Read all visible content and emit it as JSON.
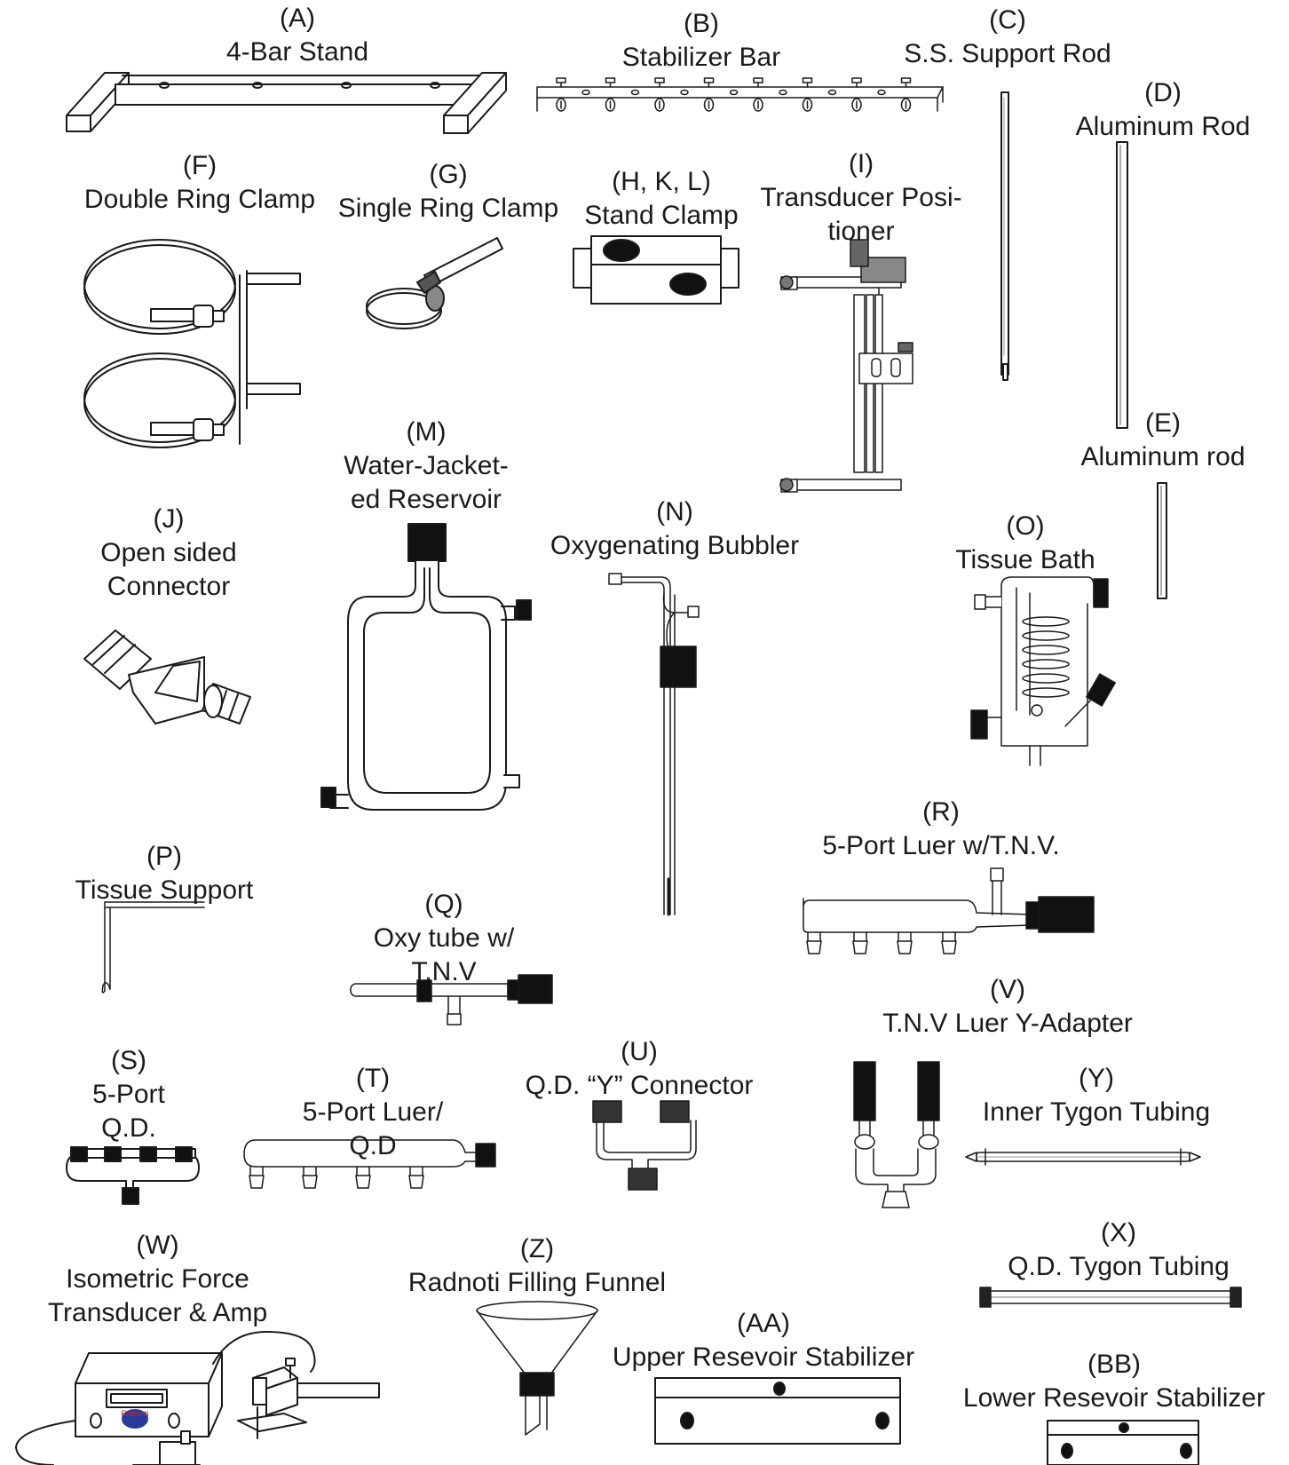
{
  "parts": [
    {
      "id": "A",
      "code": "(A)",
      "name": "4-Bar Stand"
    },
    {
      "id": "B",
      "code": "(B)",
      "name": "Stabilizer Bar"
    },
    {
      "id": "C",
      "code": "(C)",
      "name": "S.S. Support Rod"
    },
    {
      "id": "D",
      "code": "(D)",
      "name": "Aluminum Rod"
    },
    {
      "id": "E",
      "code": "(E)",
      "name": "Aluminum rod"
    },
    {
      "id": "F",
      "code": "(F)",
      "name": "Double Ring Clamp"
    },
    {
      "id": "G",
      "code": "(G)",
      "name": "Single Ring Clamp"
    },
    {
      "id": "HKL",
      "code": "(H, K, L)",
      "name": "Stand Clamp"
    },
    {
      "id": "I",
      "code": "(I)",
      "name": "Transducer Posi-",
      "name2": "tioner"
    },
    {
      "id": "J",
      "code": "(J)",
      "name": "Open sided",
      "name2": "Connector"
    },
    {
      "id": "M",
      "code": "(M)",
      "name": "Water-Jacket-",
      "name2": "ed Reservoir"
    },
    {
      "id": "N",
      "code": "(N)",
      "name": "Oxygenating Bubbler"
    },
    {
      "id": "O",
      "code": "(O)",
      "name": "Tissue Bath"
    },
    {
      "id": "P",
      "code": "(P)",
      "name": "Tissue Support"
    },
    {
      "id": "Q",
      "code": "(Q)",
      "name": "Oxy tube w/",
      "name2": "T.N.V"
    },
    {
      "id": "R",
      "code": "(R)",
      "name": "5-Port Luer w/T.N.V."
    },
    {
      "id": "S",
      "code": "(S)",
      "name": "5-Port",
      "name2": "Q.D."
    },
    {
      "id": "T",
      "code": "(T)",
      "name": "5-Port Luer/",
      "name2": "Q.D"
    },
    {
      "id": "U",
      "code": "(U)",
      "name": "Q.D. “Y” Connector"
    },
    {
      "id": "V",
      "code": "(V)",
      "name": "T.N.V Luer  Y-Adapter"
    },
    {
      "id": "Y",
      "code": "(Y)",
      "name": "Inner Tygon Tubing"
    },
    {
      "id": "W",
      "code": "(W)",
      "name": "Isometric Force",
      "name2": "Transducer & Amp"
    },
    {
      "id": "Z",
      "code": "(Z)",
      "name": "Radnoti Filling Funnel"
    },
    {
      "id": "X",
      "code": "(X)",
      "name": "Q.D. Tygon Tubing"
    },
    {
      "id": "AA",
      "code": "(AA)",
      "name": "Upper Resevoir Stabilizer"
    },
    {
      "id": "BB",
      "code": "(BB)",
      "name": "Lower Resevoir Stabilizer"
    }
  ],
  "amp_logo_text": "Radnoti",
  "colors": {
    "ink": "#1a1a1a",
    "fill_dark": "#111111",
    "logo_blue": "#2a3a9a",
    "logo_red": "#cc2222"
  }
}
